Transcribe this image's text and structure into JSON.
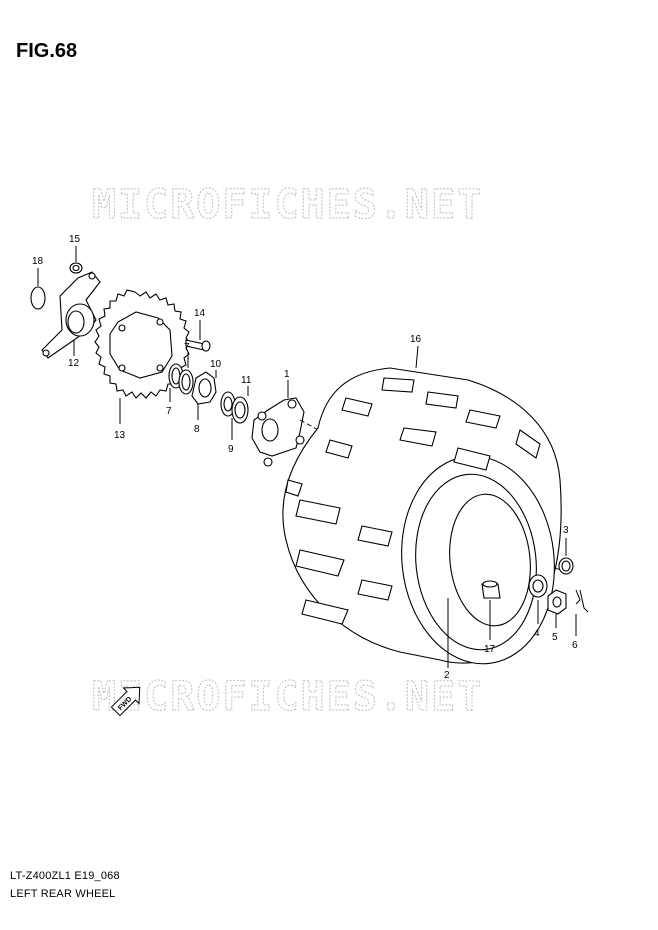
{
  "figure": {
    "title": "FIG.68"
  },
  "watermark": {
    "text": "MICROFICHES.NET"
  },
  "footer": {
    "model_code": "LT-Z400ZL1 E19_068",
    "diagram_name": "LEFT REAR WHEEL"
  },
  "direction_arrow": {
    "label": "FWD"
  },
  "callouts": {
    "c1": "1",
    "c2": "2",
    "c3": "3",
    "c4": "4",
    "c5": "5",
    "c6": "6",
    "c7a": "7",
    "c7b": "7",
    "c8": "8",
    "c9": "9",
    "c10": "10",
    "c11": "11",
    "c12": "12",
    "c13": "13",
    "c14": "14",
    "c15": "15",
    "c16": "16",
    "c17": "17",
    "c18": "18"
  }
}
